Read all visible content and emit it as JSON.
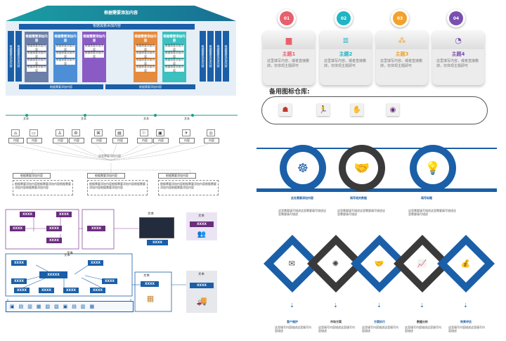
{
  "architecture": {
    "title": "根据需要添加内容",
    "header_bar": "根据需要添加内容",
    "side_label": "根据需要添加内容",
    "modules": [
      {
        "title": "根据需要添加内容",
        "color": "#6c7fa8",
        "items": [
          "根据需要添加内容",
          "根据需要添加内容",
          "根据需要添加内容",
          "根据需要添加内容"
        ]
      },
      {
        "title": "根据需要添加内容",
        "color": "#4d8fd6",
        "items": [
          "根据需要添加内容",
          "根据需要添加内容",
          "根据需要添加内容"
        ]
      },
      {
        "title": "根据需要添加内容",
        "color": "#8b5bc5",
        "items": [
          "根据需要添加内容",
          "根据需要添加内容"
        ]
      },
      {
        "title": "根据需要添加内容",
        "color": "#e48b3e",
        "items": [
          "根据需要添加内容",
          "根据需要添加内容",
          "根据需要添加内容",
          "根据需要添加内容"
        ]
      },
      {
        "title": "根据需要添加内容",
        "color": "#3cc0c0",
        "items": [
          "根据需要添加内容",
          "根据需要添加内容",
          "根据需要添加内容",
          "根据需要添加内容"
        ]
      }
    ],
    "footer_left": "根据需要添加内容",
    "footer_right": "根据需要添加内容"
  },
  "themes": {
    "cards": [
      {
        "number": "01",
        "color": "#e8606d",
        "title": "主题1",
        "title_color": "#e8606d",
        "icon": "bar-chart-icon",
        "body": "这里填写内容，或者直接删掉，仅体现主题即可"
      },
      {
        "number": "02",
        "color": "#1fb5c4",
        "title": "主题2",
        "title_color": "#1fb5c4",
        "icon": "stack-icon",
        "body": "这里填写内容，或者直接删掉，仅体现主题即可"
      },
      {
        "number": "03",
        "color": "#f2a22c",
        "title": "主题3",
        "title_color": "#f2a22c",
        "icon": "network-icon",
        "body": "这里填写内容，或者直接删掉，仅体现主题即可"
      },
      {
        "number": "04",
        "color": "#7a4fb0",
        "title": "主题4",
        "title_color": "#7a4fb0",
        "icon": "pie-chart-icon",
        "body": "这里填写内容，或者直接删掉，仅体现主题即可"
      }
    ],
    "library_title": "备用图标仓库:",
    "library_icons": [
      "hierarchy-icon",
      "runner-icon",
      "presenter-icon",
      "globe-person-icon"
    ]
  },
  "tree": {
    "top_label": "文本",
    "branch_labels": [
      "文本",
      "文本",
      "文本",
      "文本"
    ],
    "leaf_label": "内容",
    "middle_label": "这里需要添加内容",
    "cards": [
      {
        "title": "根据需要添加内容",
        "body": "根据需要添加内容根据需要添加内容根据需要添加内容根据需要添加内容"
      },
      {
        "title": "根据需要添加内容",
        "body": "根据需要添加内容根据需要添加内容根据需要添加内容根据需要添加内容"
      },
      {
        "title": "根据需要添加内容",
        "body": "根据需要添加内容根据需要添加内容根据需要添加内容根据需要添加内容"
      }
    ]
  },
  "steps": {
    "items": [
      {
        "label": "此处需要添加内容",
        "icon": "brain-icon",
        "ring": "#1a5fa8",
        "body": "这里需要填写描述这里需要填写描述这里需要填写描述"
      },
      {
        "label": "填写相关数据",
        "icon": "handshake-icon",
        "ring": "#3a3a3a",
        "body": "这里需要填写描述这里需要填写描述这里需要填写描述"
      },
      {
        "label": "填写标题",
        "icon": "lightbulb-icon",
        "ring": "#1a5fa8",
        "body": "这里需要填写描述这里需要填写描述这里需要填写描述"
      }
    ]
  },
  "network": {
    "label_text": "文本",
    "box_text": "XXXX",
    "center_text": "XXXXX"
  },
  "diamonds": {
    "items": [
      {
        "label": "客户维护",
        "icon": "mail-icon",
        "color": "#1a5fa8",
        "body": "这里填写内容描述这里填写内容描述"
      },
      {
        "label": "市场方案",
        "icon": "bulb-gear-icon",
        "color": "#3a3a3a",
        "body": "这里填写内容描述这里填写内容描述"
      },
      {
        "label": "方案执行",
        "icon": "handshake-icon",
        "color": "#1a5fa8",
        "body": "这里填写内容描述这里填写内容描述"
      },
      {
        "label": "数据分析",
        "icon": "chart-up-icon",
        "color": "#3a3a3a",
        "body": "这里填写内容描述这里填写内容描述"
      },
      {
        "label": "效果评估",
        "icon": "money-hand-icon",
        "color": "#1a5fa8",
        "body": "这里填写内容描述这里填写内容描述"
      }
    ]
  }
}
